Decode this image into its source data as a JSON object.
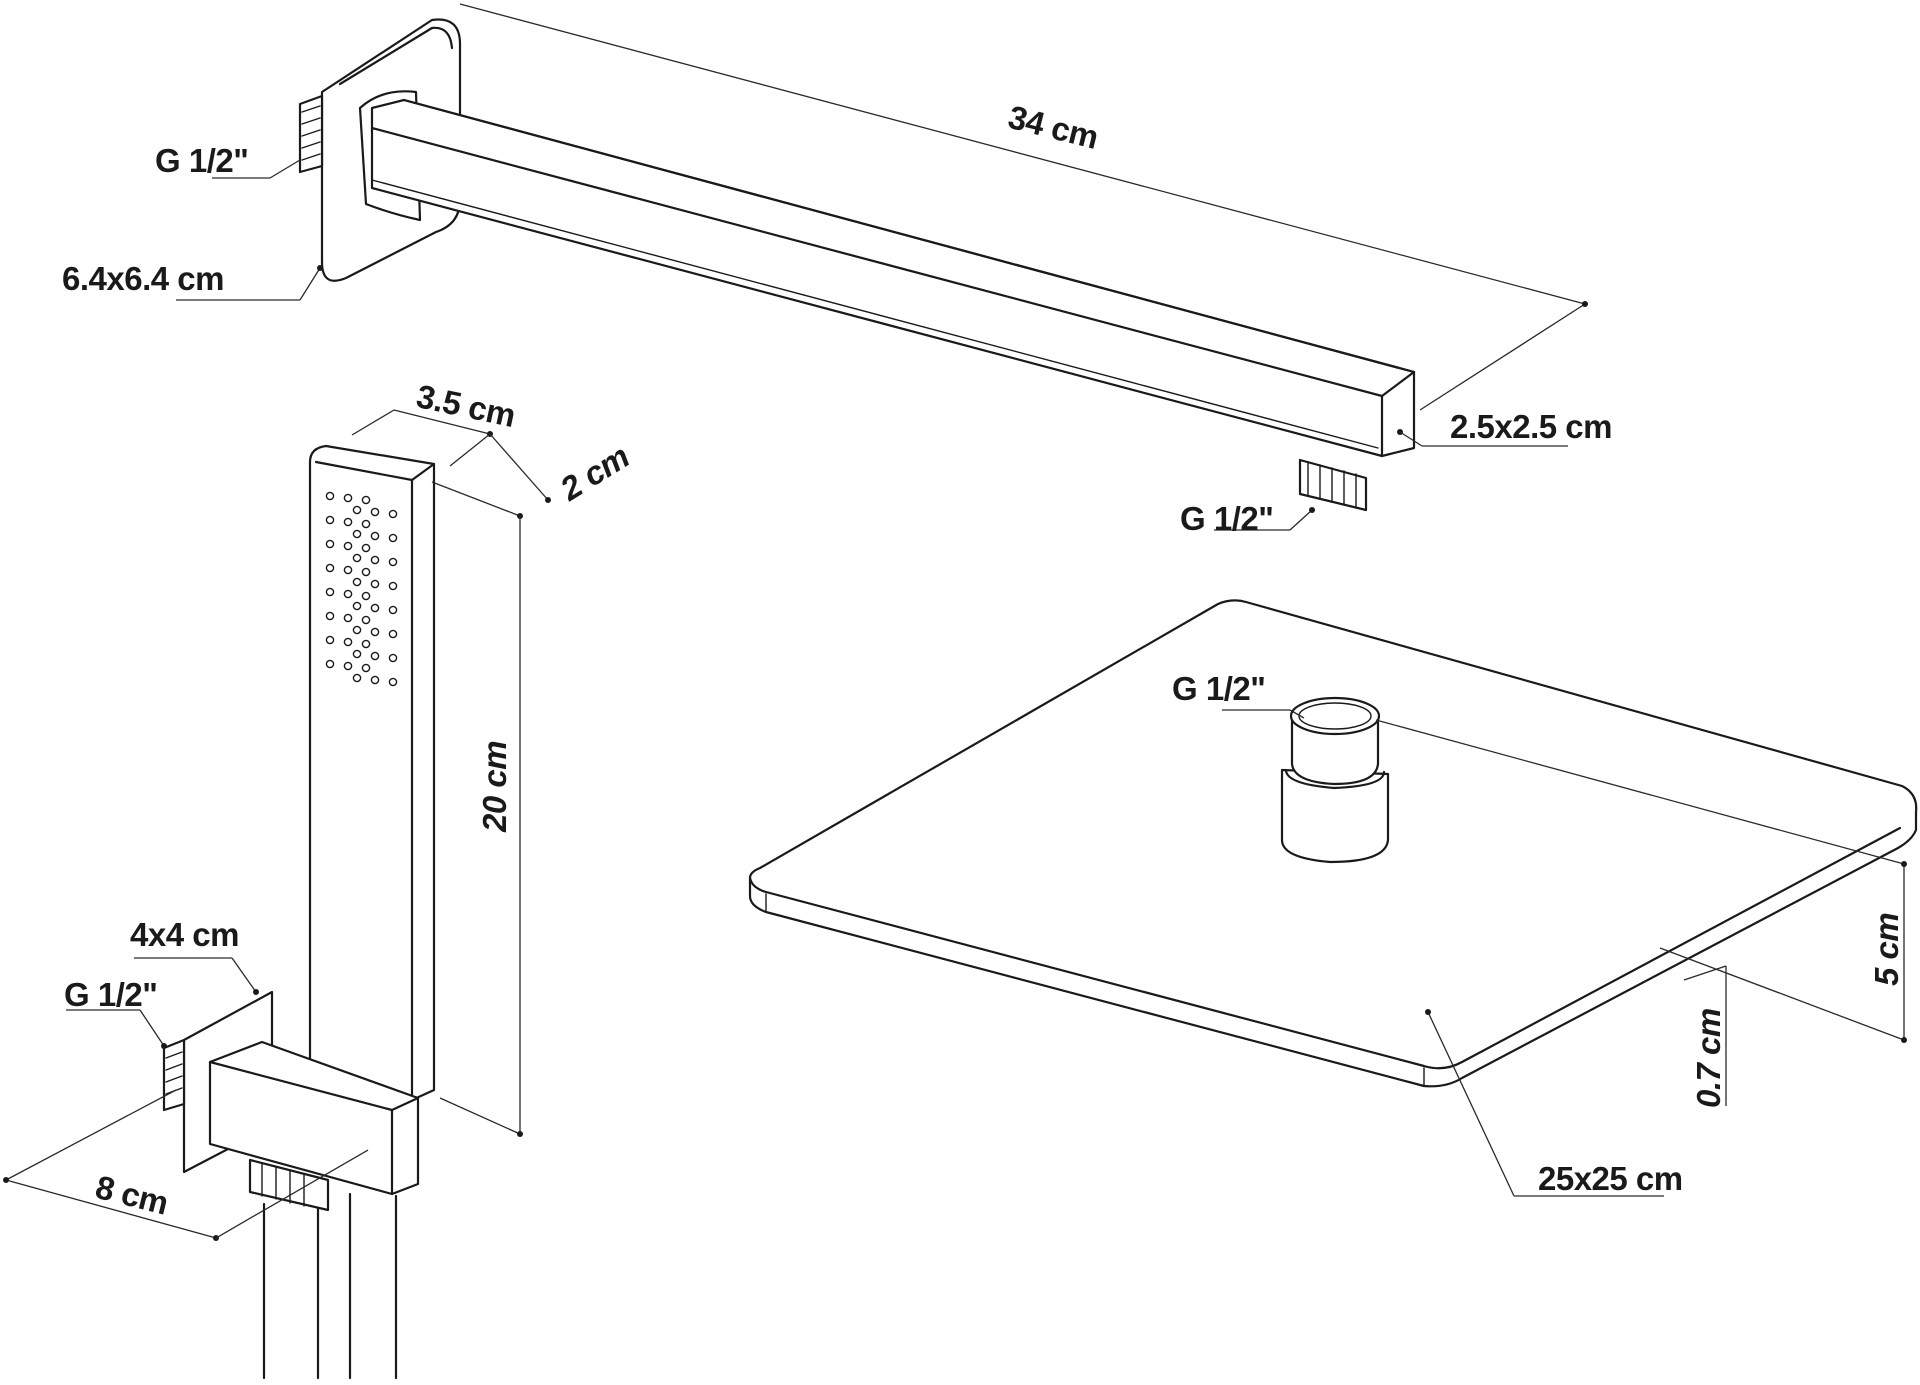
{
  "diagram": {
    "labels": {
      "arm_length": "34 cm",
      "arm_inlet_thread": "G 1/2\"",
      "wall_flange": "6.4x6.4 cm",
      "arm_section": "2.5x2.5 cm",
      "arm_outlet_thread": "G 1/2\"",
      "hand_width": "3.5 cm",
      "hand_depth": "2 cm",
      "hand_length": "20 cm",
      "bracket_plate": "4x4 cm",
      "bracket_thread": "G 1/2\"",
      "bracket_length": "8 cm",
      "head_inlet_thread": "G 1/2\"",
      "head_height": "5 cm",
      "head_thickness": "0.7 cm",
      "head_size": "25x25 cm"
    },
    "colors": {
      "stroke": "#1a1a1a",
      "background": "#ffffff"
    }
  }
}
